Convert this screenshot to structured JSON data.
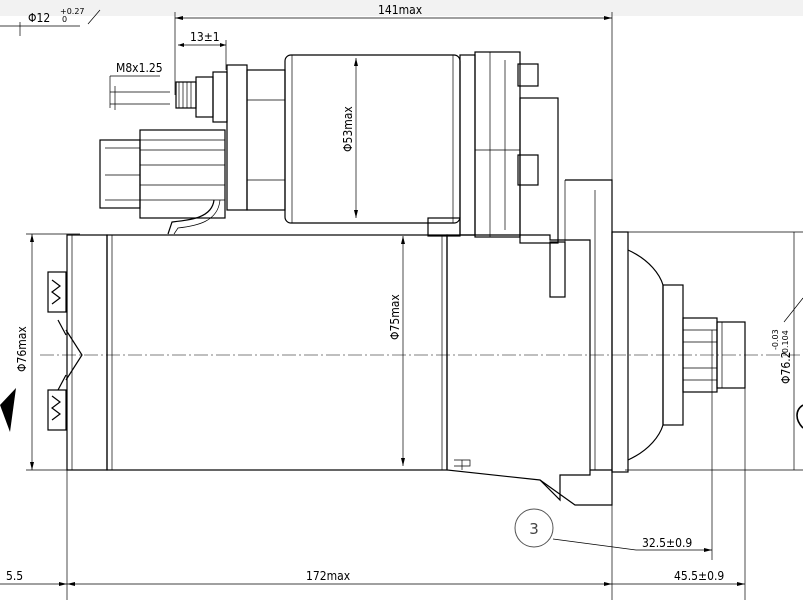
{
  "drawing": {
    "dimensions": {
      "top_bore": "Φ12",
      "top_bore_tol_upper": "+0.27",
      "top_bore_tol_lower": "0",
      "overall_length": "141max",
      "terminal_offset": "13±1",
      "thread": "M8x1.25",
      "solenoid_dia": "Φ53max",
      "body_dia": "Φ75max",
      "flange_dia": "Φ76max",
      "pilot_dia": "Φ76.2",
      "pilot_tol_upper": "-0.03",
      "pilot_tol_lower": "-0.104",
      "pinion_offset": "32.5±0.9",
      "left_offset": "5.5",
      "body_length": "172max",
      "pinion_length": "45.5±0.9"
    },
    "callout": "3"
  }
}
